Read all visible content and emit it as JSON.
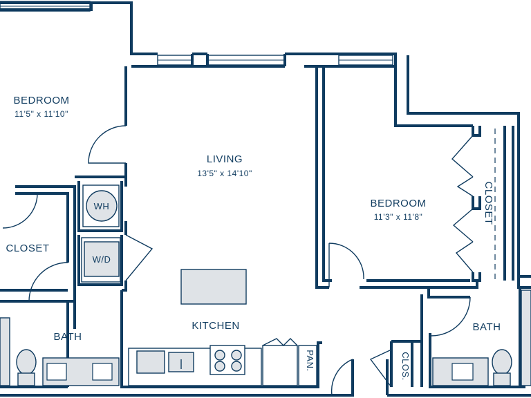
{
  "floorplan": {
    "rooms": {
      "bedroom_left": {
        "name": "BEDROOM",
        "dims": "11'5\" x 11'10\""
      },
      "living": {
        "name": "LIVING",
        "dims": "13'5\" x 14'10\""
      },
      "bedroom_right": {
        "name": "BEDROOM",
        "dims": "11'3\" x 11'8\""
      },
      "closet_left": {
        "name": "CLOSET"
      },
      "closet_right": {
        "name": "CLOSET"
      },
      "kitchen": {
        "name": "KITCHEN"
      },
      "bath_left": {
        "name": "BATH"
      },
      "bath_right": {
        "name": "BATH"
      },
      "pantry": {
        "name": "PAN."
      },
      "closet_small": {
        "name": "CLOS."
      }
    },
    "appliances": {
      "water_heater": "WH",
      "washer_dryer": "W/D"
    },
    "colors": {
      "wall": "#0f3b5f",
      "fixture": "#dfe3e7",
      "background": "#ffffff"
    }
  }
}
